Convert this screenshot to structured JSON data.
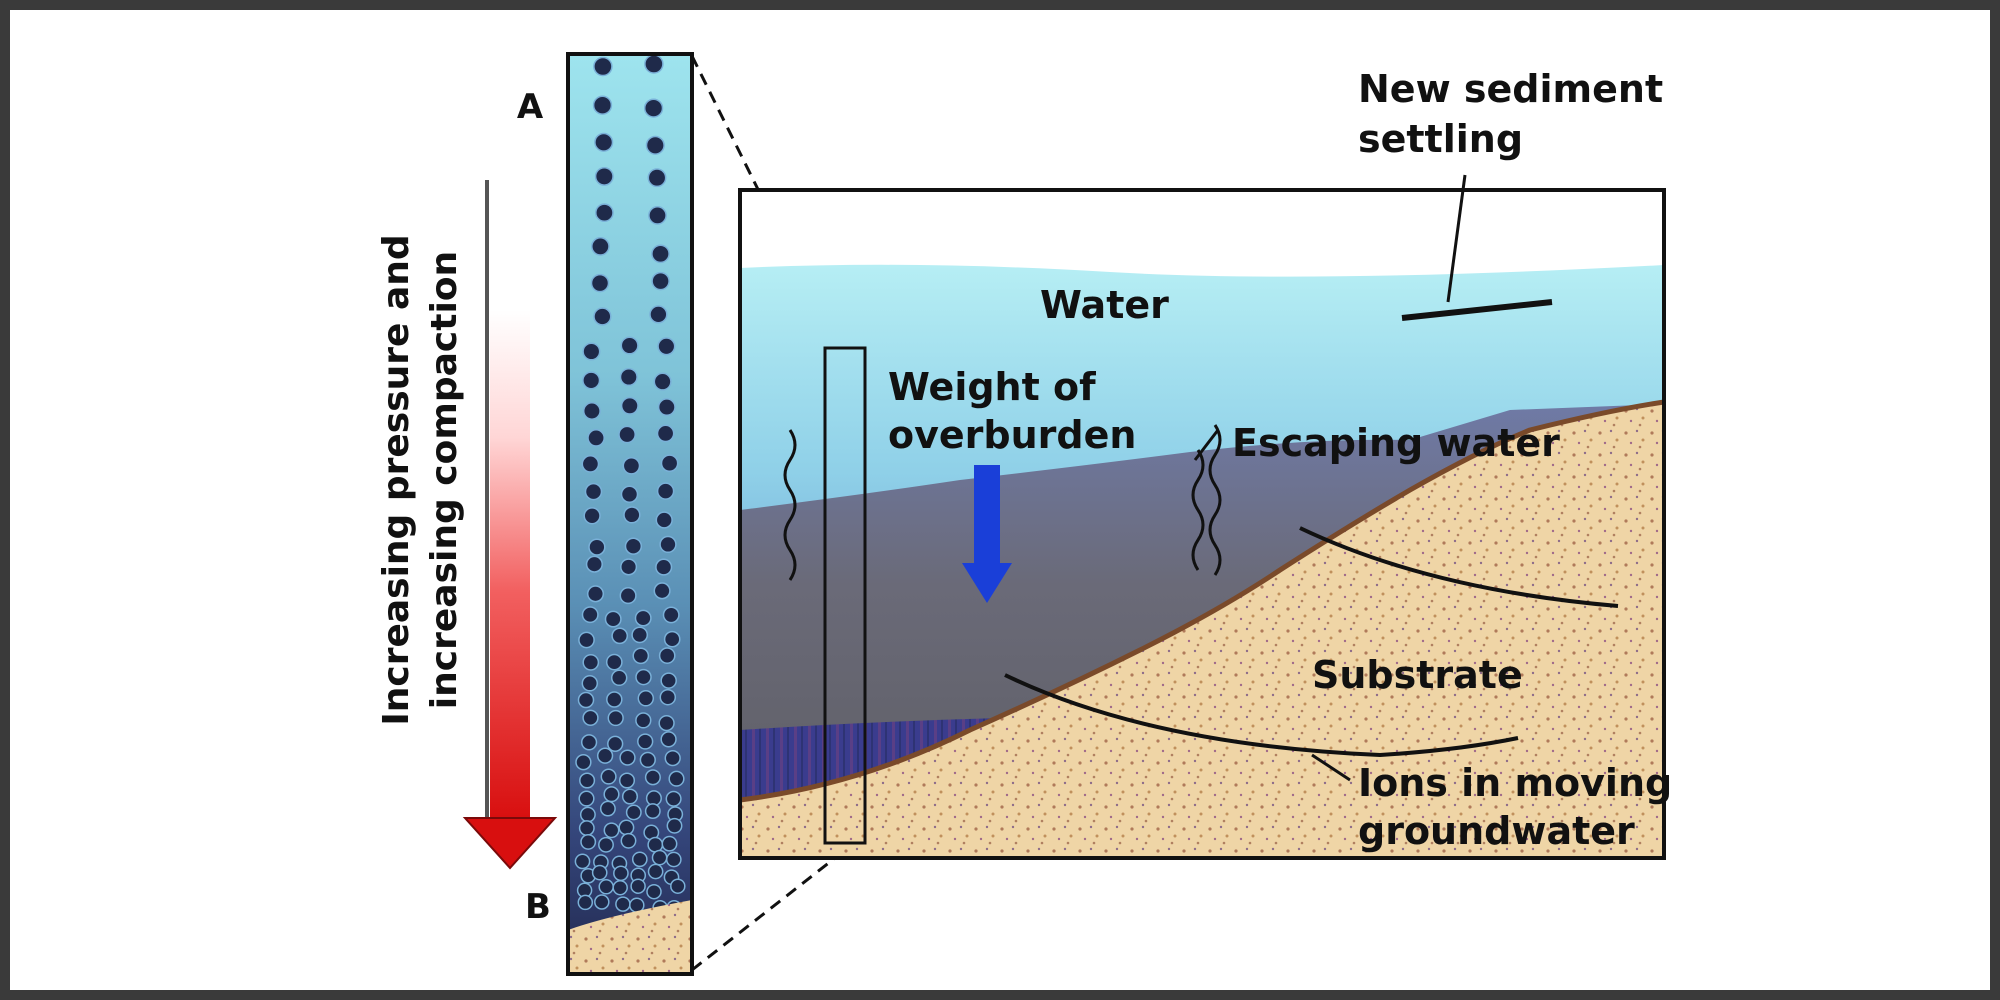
{
  "diagram": {
    "column_top_label": "A",
    "column_bottom_label": "B",
    "axis_label_line1": "Increasing pressure and",
    "axis_label_line2": "increasing compaction",
    "new_sediment_line1": "New sediment",
    "new_sediment_line2": "settling",
    "water_label": "Water",
    "overburden_line1": "Weight of",
    "overburden_line2": "overburden",
    "escaping_water_label": "Escaping water",
    "substrate_label": "Substrate",
    "ions_line1": "Ions in moving",
    "ions_line2": "groundwater"
  },
  "colors": {
    "water_top": "#a6e6ee",
    "water_mid": "#6fa6d8",
    "sediment_dark": "#6c6c72",
    "substrate": "#efd5a6",
    "arrow_red": "#e01818",
    "overburden_arrow": "#1a3fd8",
    "grain": "#1f2a4a"
  }
}
